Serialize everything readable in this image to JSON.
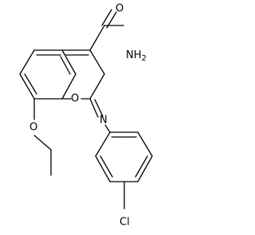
{
  "molecule": {
    "atoms": {
      "carbonyl_o": "O",
      "amide_n": "NH",
      "amide_h_sub": "2",
      "ring_o": "O",
      "ether_o": "O",
      "imine_n": "N",
      "chlorine": "Cl"
    }
  },
  "colors": {
    "bond": "#000000",
    "label": "#000000",
    "background": "#ffffff"
  }
}
